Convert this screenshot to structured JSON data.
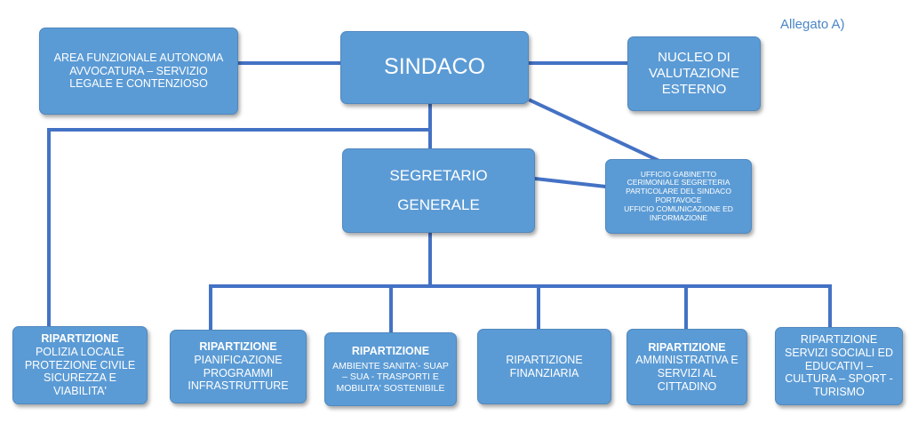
{
  "allegato_label": "Allegato A)",
  "colors": {
    "box_fill": "#5b9bd5",
    "box_border": "#4f88bf",
    "connector": "#4472c4",
    "label": "#4a86c5",
    "text": "#ffffff"
  },
  "nodes": {
    "sindaco": {
      "lines": [
        "SINDACO"
      ]
    },
    "area_funzionale": {
      "lines": [
        "AREA FUNZIONALE AUTONOMA",
        "AVVOCATURA – SERVIZIO",
        "LEGALE E CONTENZIOSO"
      ]
    },
    "nucleo": {
      "lines": [
        "NUCLEO DI",
        "VALUTAZIONE",
        "ESTERNO"
      ]
    },
    "segretario": {
      "lines": [
        "SEGRETARIO",
        "GENERALE"
      ]
    },
    "ufficio_gabinetto": {
      "lines": [
        "UFFICIO GABINETTO",
        "CERIMONIALE SEGRETERIA",
        "PARTICOLARE DEL SINDACO",
        "PORTAVOCE",
        "UFFICIO COMUNICAZIONE ED",
        "INFORMAZIONE"
      ]
    },
    "rip_polizia": {
      "title": "RIPARTIZIONE",
      "lines": [
        "POLIZIA LOCALE",
        "PROTEZIONE CIVILE",
        "SICUREZZA E",
        "VIABILITA'"
      ]
    },
    "rip_pianificazione": {
      "title": "RIPARTIZIONE",
      "lines": [
        "PIANIFICAZIONE",
        "PROGRAMMI",
        "INFRASTRUTTURE"
      ]
    },
    "rip_ambiente": {
      "title": "RIPARTIZIONE",
      "lines": [
        "AMBIENTE SANITA'- SUAP",
        "– SUA - TRASPORTI E",
        "MOBILITA' SOSTENIBILE"
      ]
    },
    "rip_finanziaria": {
      "lines": [
        "RIPARTIZIONE",
        "FINANZIARIA"
      ]
    },
    "rip_amministrativa": {
      "title": "RIPARTIZIONE",
      "lines": [
        "AMMINISTRATIVA  E",
        "SERVIZI  AL",
        "CITTADINO"
      ]
    },
    "rip_servizi_sociali": {
      "lines": [
        "RIPARTIZIONE",
        "SERVIZI SOCIALI ED",
        "EDUCATIVI –",
        "CULTURA – SPORT -",
        "TURISMO"
      ]
    }
  }
}
